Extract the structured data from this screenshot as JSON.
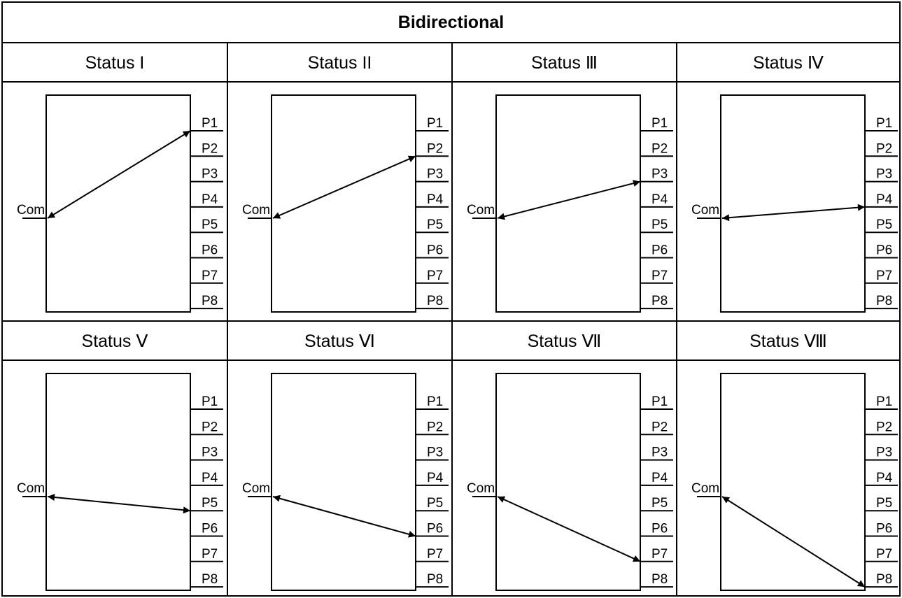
{
  "title": "Bidirectional",
  "common_label": "Com",
  "port_labels": [
    "P1",
    "P2",
    "P3",
    "P4",
    "P5",
    "P6",
    "P7",
    "P8"
  ],
  "statuses": [
    {
      "label": "Status I",
      "port": 1
    },
    {
      "label": "Status II",
      "port": 2
    },
    {
      "label": "Status Ⅲ",
      "port": 3
    },
    {
      "label": "Status Ⅳ",
      "port": 4
    },
    {
      "label": "Status Ⅴ",
      "port": 5
    },
    {
      "label": "Status Ⅵ",
      "port": 6
    },
    {
      "label": "Status Ⅶ",
      "port": 7
    },
    {
      "label": "Status Ⅷ",
      "port": 8
    }
  ]
}
